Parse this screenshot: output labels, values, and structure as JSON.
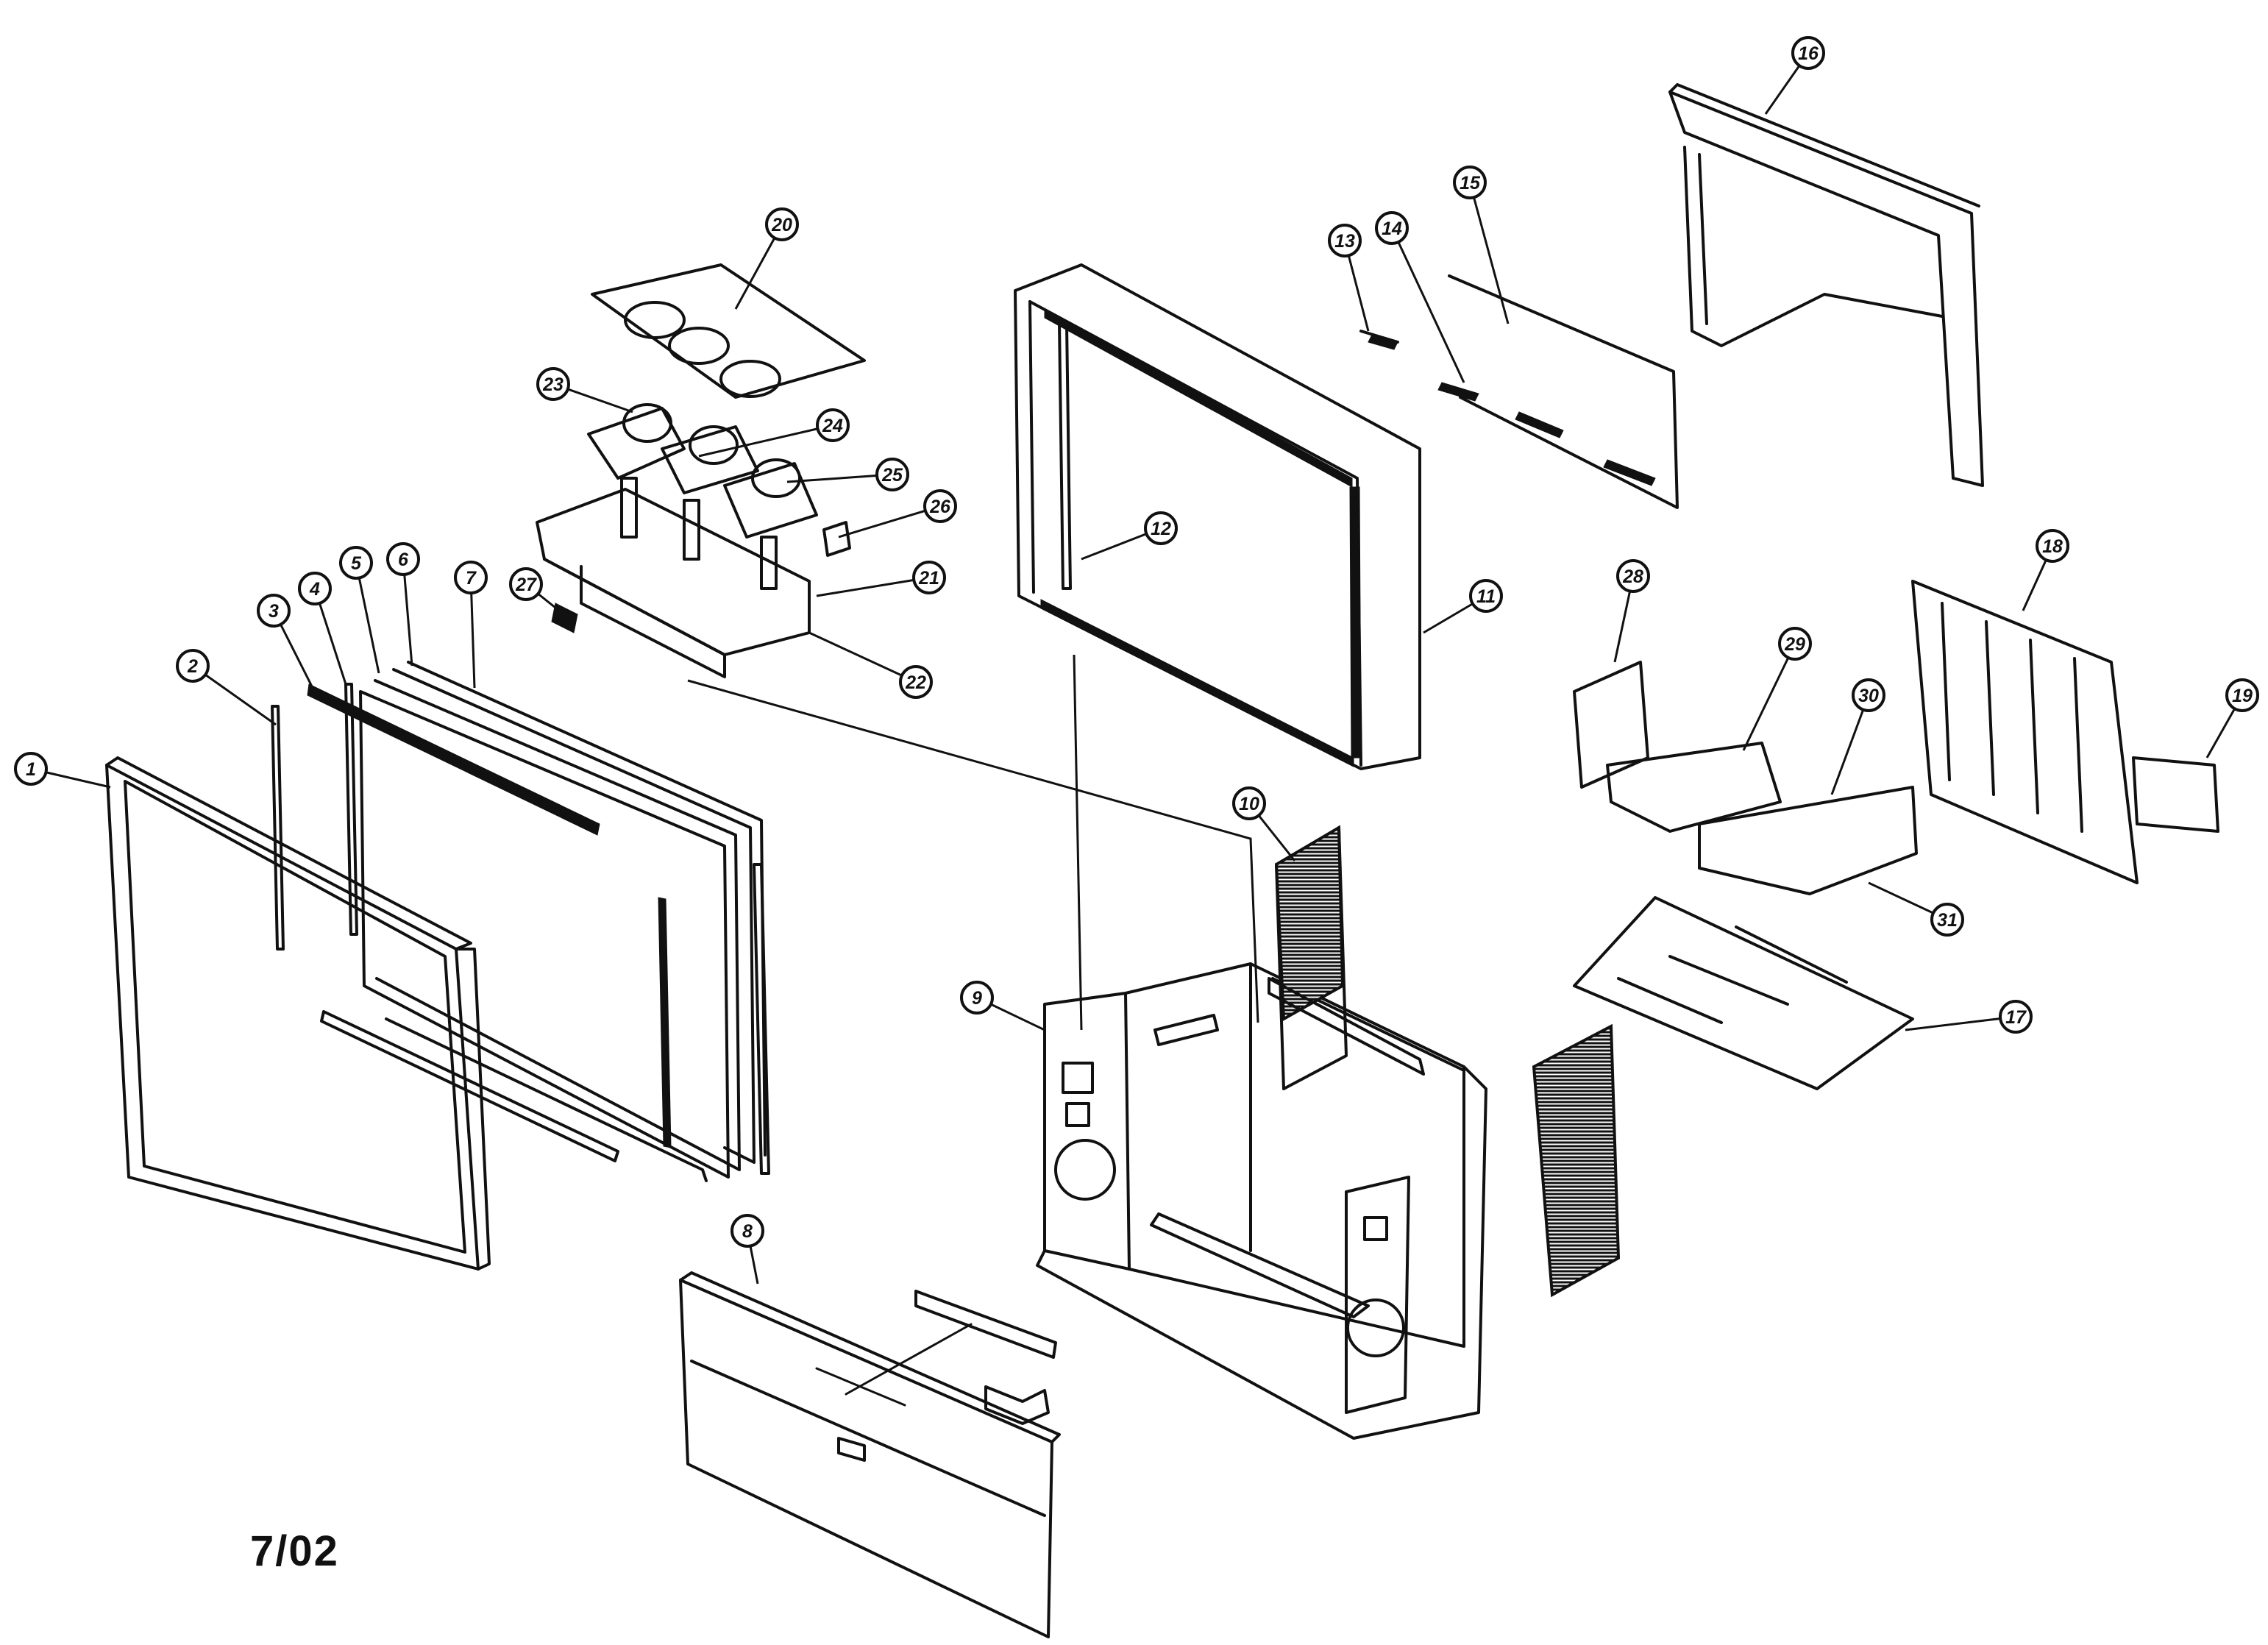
{
  "date_stamp": "7/02",
  "callouts": [
    {
      "id": "1",
      "label": "1"
    },
    {
      "id": "2",
      "label": "2"
    },
    {
      "id": "3",
      "label": "3"
    },
    {
      "id": "4",
      "label": "4"
    },
    {
      "id": "5",
      "label": "5"
    },
    {
      "id": "6",
      "label": "6"
    },
    {
      "id": "7",
      "label": "7"
    },
    {
      "id": "8",
      "label": "8"
    },
    {
      "id": "9",
      "label": "9"
    },
    {
      "id": "10",
      "label": "10"
    },
    {
      "id": "11",
      "label": "11"
    },
    {
      "id": "12",
      "label": "12"
    },
    {
      "id": "13",
      "label": "13"
    },
    {
      "id": "14",
      "label": "14"
    },
    {
      "id": "15",
      "label": "15"
    },
    {
      "id": "16",
      "label": "16"
    },
    {
      "id": "17",
      "label": "17"
    },
    {
      "id": "18",
      "label": "18"
    },
    {
      "id": "19",
      "label": "19"
    },
    {
      "id": "20",
      "label": "20"
    },
    {
      "id": "21",
      "label": "21"
    },
    {
      "id": "22",
      "label": "22"
    },
    {
      "id": "23",
      "label": "23"
    },
    {
      "id": "24",
      "label": "24"
    },
    {
      "id": "25",
      "label": "25"
    },
    {
      "id": "26",
      "label": "26"
    },
    {
      "id": "27",
      "label": "27"
    },
    {
      "id": "28",
      "label": "28"
    },
    {
      "id": "29",
      "label": "29"
    },
    {
      "id": "30",
      "label": "30"
    },
    {
      "id": "31",
      "label": "31"
    }
  ]
}
